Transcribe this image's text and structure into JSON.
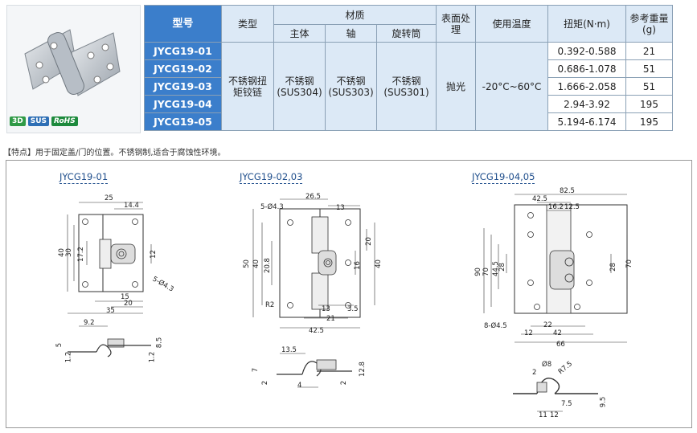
{
  "badges": [
    "3D",
    "SUS",
    "RoHS"
  ],
  "table": {
    "headers": {
      "model": "型号",
      "type": "类型",
      "material": "材质",
      "body": "主体",
      "shaft": "轴",
      "sleeve": "旋转筒",
      "surface": "表面处理",
      "temp": "使用温度",
      "torque": "扭矩(N·m)",
      "weight": "参考重量(g)"
    },
    "type_value": "不锈钢扭矩铰链",
    "body_value": "不锈钢(SUS304)",
    "shaft_value": "不锈钢(SUS303)",
    "sleeve_value": "不锈钢(SUS301)",
    "surface_value": "抛光",
    "temp_value": "-20°C~60°C",
    "rows": [
      {
        "model": "JYCG19-01",
        "torque": "0.392-0.588",
        "weight": "21"
      },
      {
        "model": "JYCG19-02",
        "torque": "0.686-1.078",
        "weight": "51"
      },
      {
        "model": "JYCG19-03",
        "torque": "1.666-2.058",
        "weight": "51"
      },
      {
        "model": "JYCG19-04",
        "torque": "2.94-3.92",
        "weight": "195"
      },
      {
        "model": "JYCG19-05",
        "torque": "5.194-6.174",
        "weight": "195"
      }
    ]
  },
  "feature_text": "【特点】用于固定盖/门的位置。不锈钢制,适合于腐蚀性环境。",
  "drawings": [
    {
      "label": "JYCG19-01"
    },
    {
      "label": "JYCG19-02,03"
    },
    {
      "label": "JYCG19-04,05"
    }
  ],
  "dims1": {
    "w25": "25",
    "w144": "14.4",
    "h40": "40",
    "h30": "30",
    "h172": "17.2",
    "h12": "12",
    "hole": "5-Ø4.3",
    "w15": "15",
    "w20": "20",
    "w35": "35",
    "s92": "9.2",
    "s5": "5",
    "s12a": "1.2",
    "s12b": "1.2",
    "s85": "8.5"
  },
  "dims2": {
    "hole": "5-Ø4.3",
    "w265": "26.5",
    "w13": "13",
    "h50": "50",
    "h40": "40",
    "h208": "20.8",
    "h20": "20",
    "h16": "16",
    "h40r": "40",
    "r2": "R2",
    "w13b": "13",
    "w35": "3.5",
    "w21": "21",
    "w425": "42.5",
    "s135": "13.5",
    "s7": "7",
    "s2a": "2",
    "s4": "4",
    "s2b": "2",
    "s128": "12.8"
  },
  "dims3": {
    "w825": "82.5",
    "w425": "42.5",
    "w162": "16.2",
    "w125": "12.5",
    "h90": "90",
    "h70": "70",
    "h445": "44.5",
    "h28": "28",
    "h28r": "28",
    "h70r": "70",
    "hole": "8-Ø4.5",
    "w12": "12",
    "w22": "22",
    "w42": "42",
    "w66": "66",
    "d8": "Ø8",
    "s2": "2",
    "r75": "R7.5",
    "s75": "7.5",
    "s95": "9.5",
    "s11": "11",
    "s12": "12"
  }
}
